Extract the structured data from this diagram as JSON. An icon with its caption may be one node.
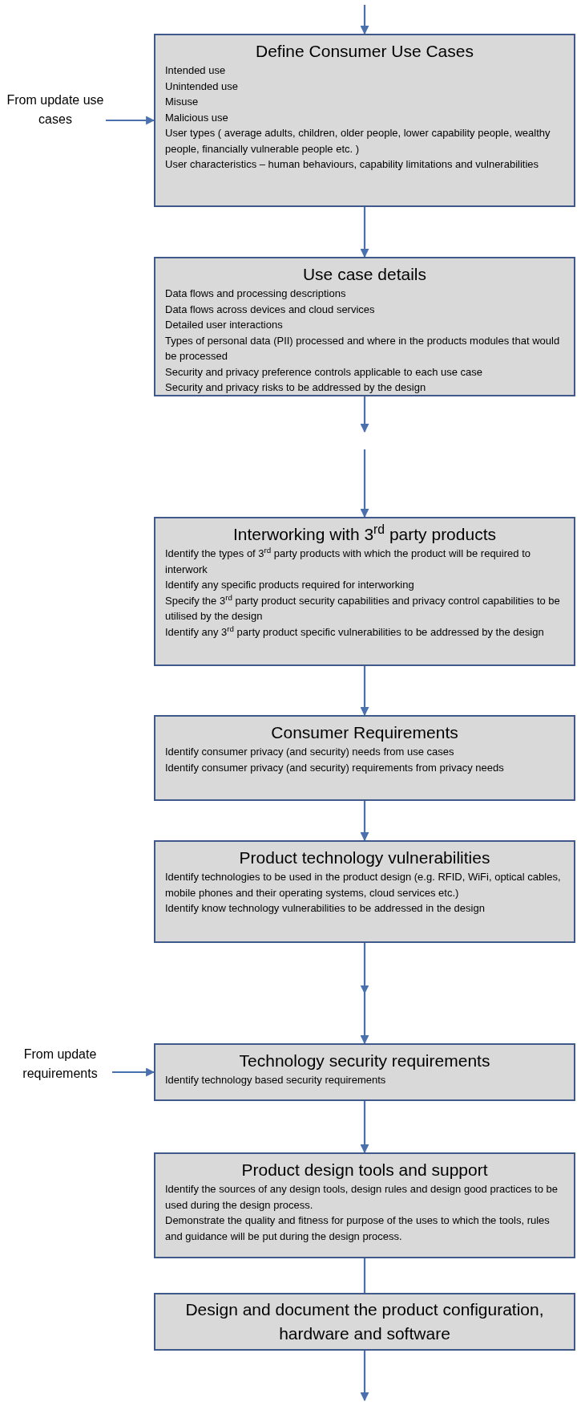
{
  "diagram": {
    "nodes": [
      {
        "text": [
          "Define Consumer Use Cases",
          "Intended use",
          "Unintended use",
          "Misuse",
          "Malicious use",
          "User types ( average adults, children, older people, lower capability people, wealthy people, financially vulnerable people etc. )",
          "User characteristics – human behaviours, capability limitations and vulnerabilities"
        ]
      },
      {
        "text": [
          "From update use cases"
        ]
      },
      {
        "text": [
          "Use case details",
          "Data flows and processing descriptions",
          "Data flows across devices and cloud services",
          "Detailed user interactions",
          "Types of personal data (PII) processed and where in the products modules that would be processed",
          "Security and privacy preference controls applicable to each use case",
          "Security and privacy risks to be addressed by the design"
        ]
      },
      {
        "text": [
          "Interworking with 3$^{rd}$ party products",
          "Identify the types of 3$^{rd}$ party products with which the product will be required to interwork",
          "Identify any specific products required for interworking",
          "Specify the 3$^{rd}$ party product security capabilities and privacy control capabilities to be utilised by the design",
          "Identify any 3$^{rd}$ party product specific vulnerabilities to be addressed by the design"
        ]
      },
      {
        "text": [
          "Consumer Requirements",
          "Identify consumer privacy (and security)  needs from use cases",
          "Identify consumer privacy (and security) requirements from privacy needs"
        ]
      },
      {
        "text": [
          "Product technology vulnerabilities",
          "Identify technologies to be used in the product design (e.g. RFID, WiFi, optical cables, mobile phones and their operating systems, cloud services etc.)",
          "Identify know technology vulnerabilities to be addressed in the design"
        ]
      },
      {
        "text": [
          "From update requirements"
        ]
      },
      {
        "text": [
          "Technology security requirements",
          "Identify technology based security requirements"
        ]
      },
      {
        "text": [
          "Product design tools and support",
          "Identify the sources of any design tools, design rules and design good practices to be used during the design process.",
          "Demonstrate the quality and fitness for purpose of the uses to which the tools, rules and guidance will be put during the design process."
        ]
      },
      {
        "text": [
          "Design and document the product configuration, hardware and software"
        ]
      }
    ],
    "edges": [
      {
        "from": null,
        "to": 0,
        "arrow": "to"
      },
      {
        "from": 1,
        "to": 0,
        "arrow": "to"
      },
      {
        "from": 0,
        "to": 2,
        "arrow": "to"
      },
      {
        "from": 2,
        "to": null,
        "arrow": "to"
      },
      {
        "from": null,
        "to": 3,
        "arrow": "to"
      },
      {
        "from": 3,
        "to": 4,
        "arrow": "to"
      },
      {
        "from": 4,
        "to": 5,
        "arrow": "to"
      },
      {
        "from": 5,
        "to": 7,
        "arrow": "to"
      },
      {
        "from": 6,
        "to": 7,
        "arrow": "to"
      },
      {
        "from": 7,
        "to": 8,
        "arrow": "to"
      },
      {
        "from": 8,
        "to": 9,
        "arrow": "none"
      },
      {
        "from": 9,
        "to": null,
        "arrow": "to"
      }
    ]
  }
}
